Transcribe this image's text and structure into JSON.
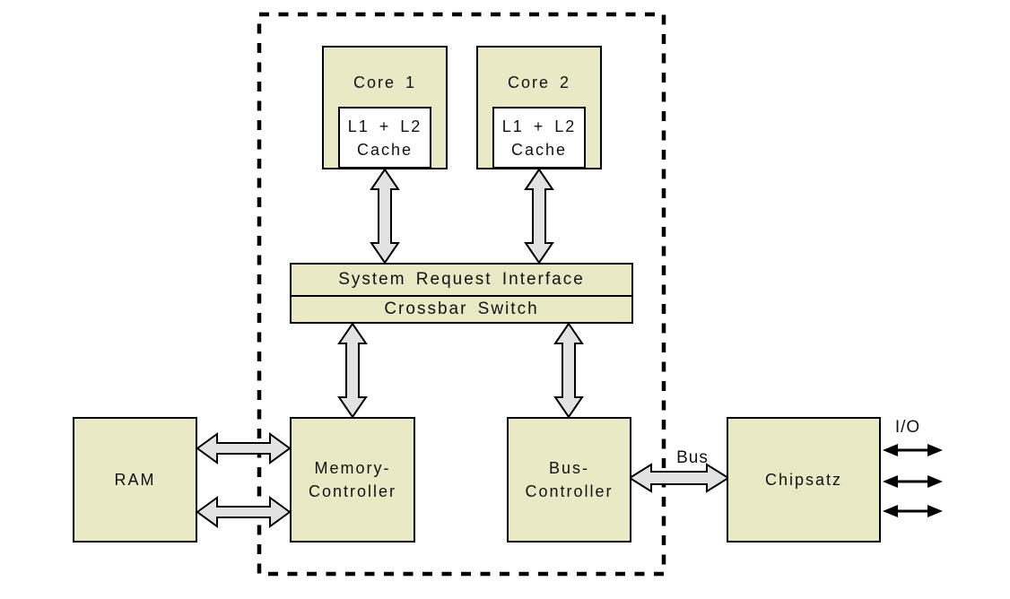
{
  "diagram_type": "block-diagram",
  "colors": {
    "background": "#ffffff",
    "box_fill": "#e9eac5",
    "box_border": "#000000",
    "arrow_fill": "#e2e2e2",
    "arrow_border": "#000000"
  },
  "nodes": {
    "core1": {
      "label": "Core 1"
    },
    "cache1": {
      "line1": "L1 + L2",
      "line2": "Cache"
    },
    "core2": {
      "label": "Core 2"
    },
    "cache2": {
      "line1": "L1 + L2",
      "line2": "Cache"
    },
    "sri": {
      "label": "System Request Interface"
    },
    "crossbar": {
      "label": "Crossbar Switch"
    },
    "ram": {
      "label": "RAM"
    },
    "memory_controller": {
      "line1": "Memory-",
      "line2": "Controller"
    },
    "bus_controller": {
      "line1": "Bus-",
      "line2": "Controller"
    },
    "chipset": {
      "label": "Chipsatz"
    }
  },
  "annotations": {
    "bus": "Bus",
    "io": "I/O"
  },
  "connections": [
    {
      "from": "cache1",
      "to": "sri",
      "style": "wide-double-arrow",
      "orientation": "vertical"
    },
    {
      "from": "cache2",
      "to": "sri",
      "style": "wide-double-arrow",
      "orientation": "vertical"
    },
    {
      "from": "crossbar",
      "to": "memory_controller",
      "style": "wide-double-arrow",
      "orientation": "vertical"
    },
    {
      "from": "crossbar",
      "to": "bus_controller",
      "style": "wide-double-arrow",
      "orientation": "vertical"
    },
    {
      "from": "ram",
      "to": "memory_controller",
      "style": "wide-double-arrow",
      "orientation": "horizontal",
      "count": 2
    },
    {
      "from": "bus_controller",
      "to": "chipset",
      "style": "wide-double-arrow",
      "orientation": "horizontal",
      "label": "Bus"
    },
    {
      "from": "chipset",
      "to": "io",
      "style": "thin-double-arrow",
      "orientation": "horizontal",
      "count": 3,
      "label": "I/O"
    }
  ]
}
